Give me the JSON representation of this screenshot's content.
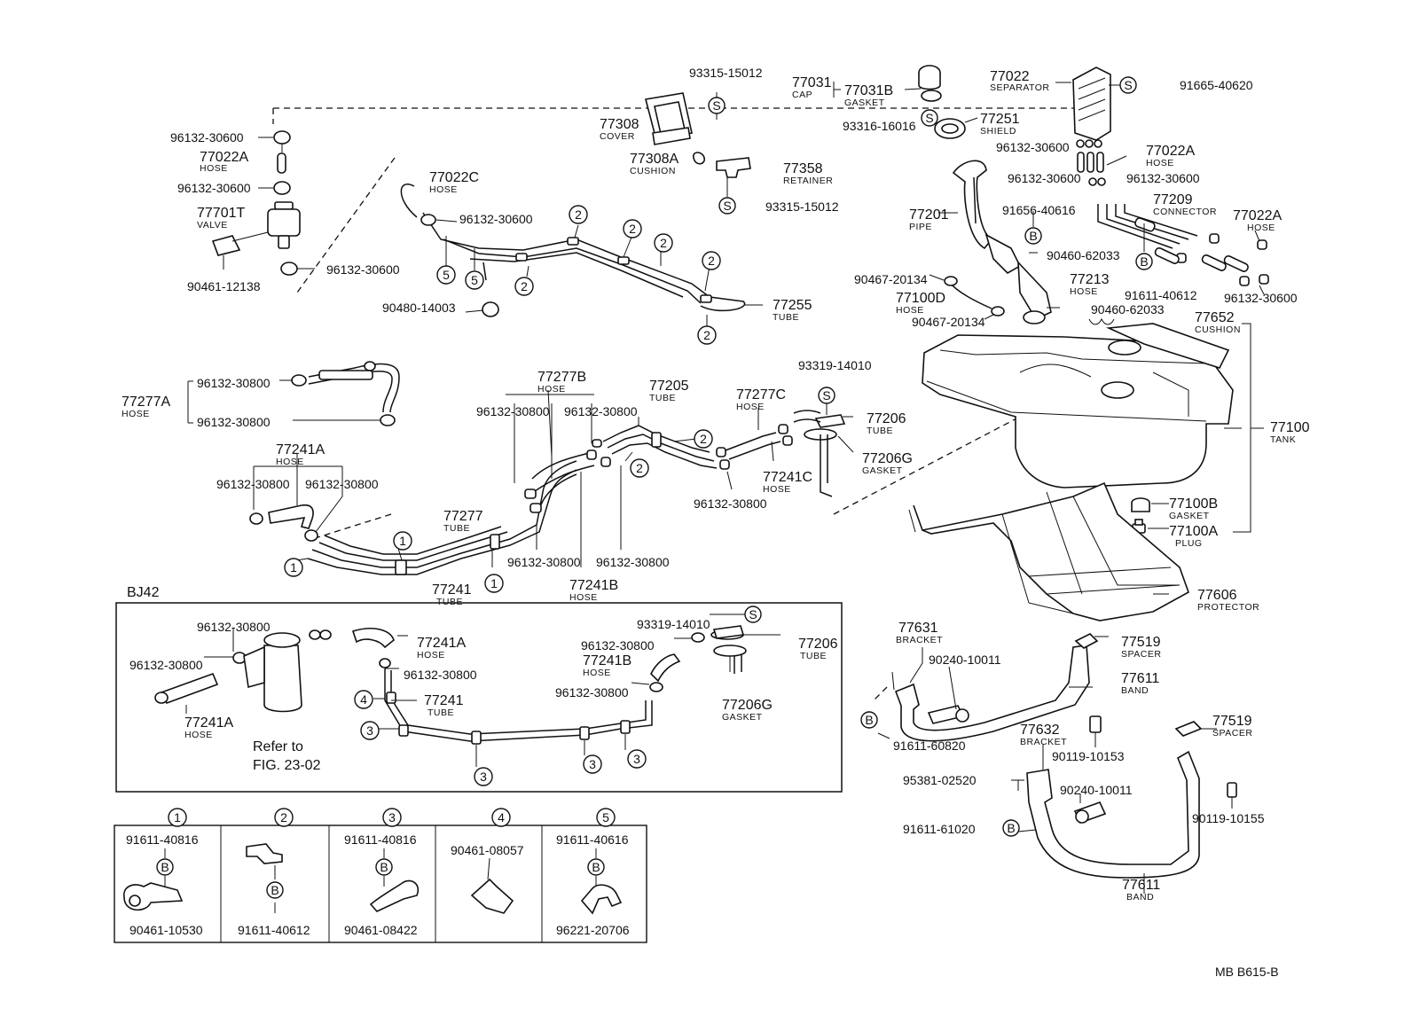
{
  "labels": {
    "93315_15012_a": "93315-15012",
    "77031": "77031",
    "cap": "CAP",
    "77031B": "77031B",
    "gasket_a": "GASKET",
    "77022": "77022",
    "separator": "SEPARATOR",
    "91665_40620": "91665-40620",
    "96132_30600_a": "96132-30600",
    "77308": "77308",
    "cover": "COVER",
    "93316_16016": "93316-16016",
    "77251": "77251",
    "shield": "SHIELD",
    "96132_30600_b": "96132-30600",
    "77022A_r": "77022A",
    "hose_r1": "HOSE",
    "77022A_l": "77022A",
    "hose_l1": "HOSE",
    "77308A": "77308A",
    "cushion_a": "CUSHION",
    "77358": "77358",
    "retainer": "RETAINER",
    "96132_30600_c": "96132-30600",
    "96132_30600_d": "96132-30600",
    "96132_30600_e": "96132-30600",
    "77022C": "77022C",
    "hose_c": "HOSE",
    "96132_30600_f": "96132-30600",
    "93315_15012_b": "93315-15012",
    "77209": "77209",
    "connector": "CONNECTOR",
    "77701T": "77701T",
    "valve": "VALVE",
    "77201": "77201",
    "pipe": "PIPE",
    "91656_40616": "91656-40616",
    "77022A_r2": "77022A",
    "hose_r2": "HOSE",
    "96132_30600_g": "96132-30600",
    "90460_62033_a": "90460-62033",
    "90461_12138": "90461-12138",
    "90467_20134_a": "90467-20134",
    "77213": "77213",
    "hose_213": "HOSE",
    "91611_40612_a": "91611-40612",
    "96132_30600_h": "96132-30600",
    "90480_14003": "90480-14003",
    "77255": "77255",
    "tube_255": "TUBE",
    "77100D": "77100D",
    "hose_100d": "HOSE",
    "90460_62033_b": "90460-62033",
    "90467_20134_b": "90467-20134",
    "77652": "77652",
    "cushion_b": "CUSHION",
    "93319_14010_a": "93319-14010",
    "96132_30800_a": "96132-30800",
    "77277A": "77277A",
    "hose_277a": "HOSE",
    "96132_30800_b": "96132-30800",
    "77277B": "77277B",
    "hose_277b": "HOSE",
    "77205": "77205",
    "tube_205": "TUBE",
    "77277C": "77277C",
    "hose_277c": "HOSE",
    "96132_30800_c": "96132-30800",
    "96132_30800_d": "96132-30800",
    "77206": "77206",
    "tube_206": "TUBE",
    "77100": "77100",
    "tank": "TANK",
    "77241A": "77241A",
    "hose_241a": "HOSE",
    "77206G": "77206G",
    "gasket_206g": "GASKET",
    "77241C": "77241C",
    "hose_241c": "HOSE",
    "96132_30800_e": "96132-30800",
    "96132_30800_f": "96132-30800",
    "96132_30800_g": "96132-30800",
    "77277": "77277",
    "tube_277": "TUBE",
    "77100B": "77100B",
    "gasket_100b": "GASKET",
    "77100A": "77100A",
    "plug": "PLUG",
    "96132_30800_h": "96132-30800",
    "96132_30800_i": "96132-30800",
    "77241": "77241",
    "tube_241": "TUBE",
    "77241B": "77241B",
    "hose_241b": "HOSE",
    "77606": "77606",
    "protector": "PROTECTOR",
    "bj42": "BJ42",
    "96132_30800_j": "96132-30800",
    "93319_14010_b": "93319-14010",
    "77631": "77631",
    "bracket_631": "BRACKET",
    "77519_a": "77519",
    "spacer_a": "SPACER",
    "96132_30800_k": "96132-30800",
    "77241A_b": "77241A",
    "hose_241a_b": "HOSE",
    "96132_30800_l": "96132-30800",
    "77206_b": "77206",
    "tube_206_b": "TUBE",
    "90240_10011_a": "90240-10011",
    "77611_a": "77611",
    "band_a": "BAND",
    "96132_30800_m": "96132-30800",
    "96132_30800_n": "96132-30800",
    "77241B_b": "77241B",
    "hose_241b_b": "HOSE",
    "96132_30800_o": "96132-30800",
    "77206G_b": "77206G",
    "gasket_206g_b": "GASKET",
    "77241_b": "77241",
    "tube_241_b": "TUBE",
    "77241A_c": "77241A",
    "hose_241a_c": "HOSE",
    "refer_to": "Refer to",
    "fig": "FIG. 23-02",
    "77519_b": "77519",
    "spacer_b": "SPACER",
    "91611_60820": "91611-60820",
    "77632": "77632",
    "bracket_632": "BRACKET",
    "90119_10153": "90119-10153",
    "95381_02520": "95381-02520",
    "90240_10011_b": "90240-10011",
    "90119_10155": "90119-10155",
    "91611_61020": "91611-61020",
    "77611_b": "77611",
    "band_b": "BAND",
    "k1_top": "91611-40816",
    "k1_bot": "90461-10530",
    "k2_bot": "91611-40612",
    "k3_top": "91611-40816",
    "k3_bot": "90461-08422",
    "k4_top": "90461-08057",
    "k5_top": "91611-40616",
    "k5_bot": "96221-20706",
    "footer": "MB  B615-B"
  },
  "symbols": {
    "s": "S",
    "b": "B",
    "n1": "1",
    "n2": "2",
    "n3": "3",
    "n4": "4",
    "n5": "5"
  }
}
